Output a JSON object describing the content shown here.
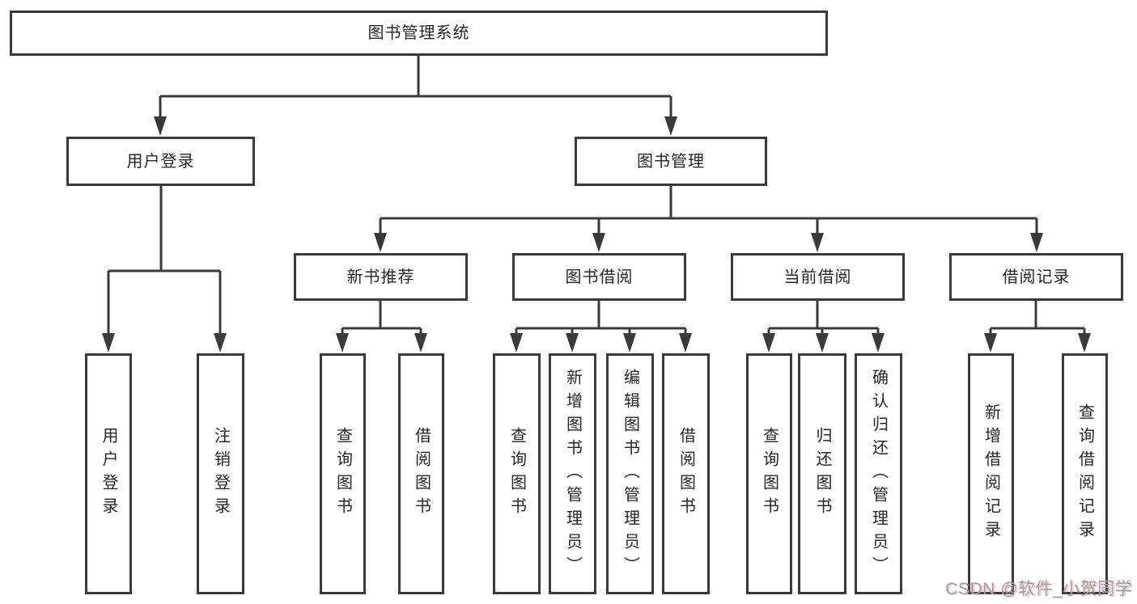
{
  "tree": {
    "label": "图书管理系统",
    "children": [
      {
        "label": "用户登录",
        "children": [
          {
            "label": "用户登录"
          },
          {
            "label": "注销登录"
          }
        ]
      },
      {
        "label": "图书管理",
        "children": [
          {
            "label": "新书推荐",
            "children": [
              {
                "label": "查询图书"
              },
              {
                "label": "借阅图书"
              }
            ]
          },
          {
            "label": "图书借阅",
            "children": [
              {
                "label": "查询图书"
              },
              {
                "label": "新增图书（管理员）"
              },
              {
                "label": "编辑图书（管理员）"
              },
              {
                "label": "借阅图书"
              }
            ]
          },
          {
            "label": "当前借阅",
            "children": [
              {
                "label": "查询图书"
              },
              {
                "label": "归还图书"
              },
              {
                "label": "确认归还（管理员）"
              }
            ]
          },
          {
            "label": "借阅记录",
            "children": [
              {
                "label": "新增借阅记录"
              },
              {
                "label": "查询借阅记录"
              }
            ]
          }
        ]
      }
    ]
  },
  "watermark": "CSDN @软件_小贺同学",
  "colors": {
    "line": "#3a3a3a",
    "text": "#262626",
    "watermark": "#9e9e9e"
  }
}
